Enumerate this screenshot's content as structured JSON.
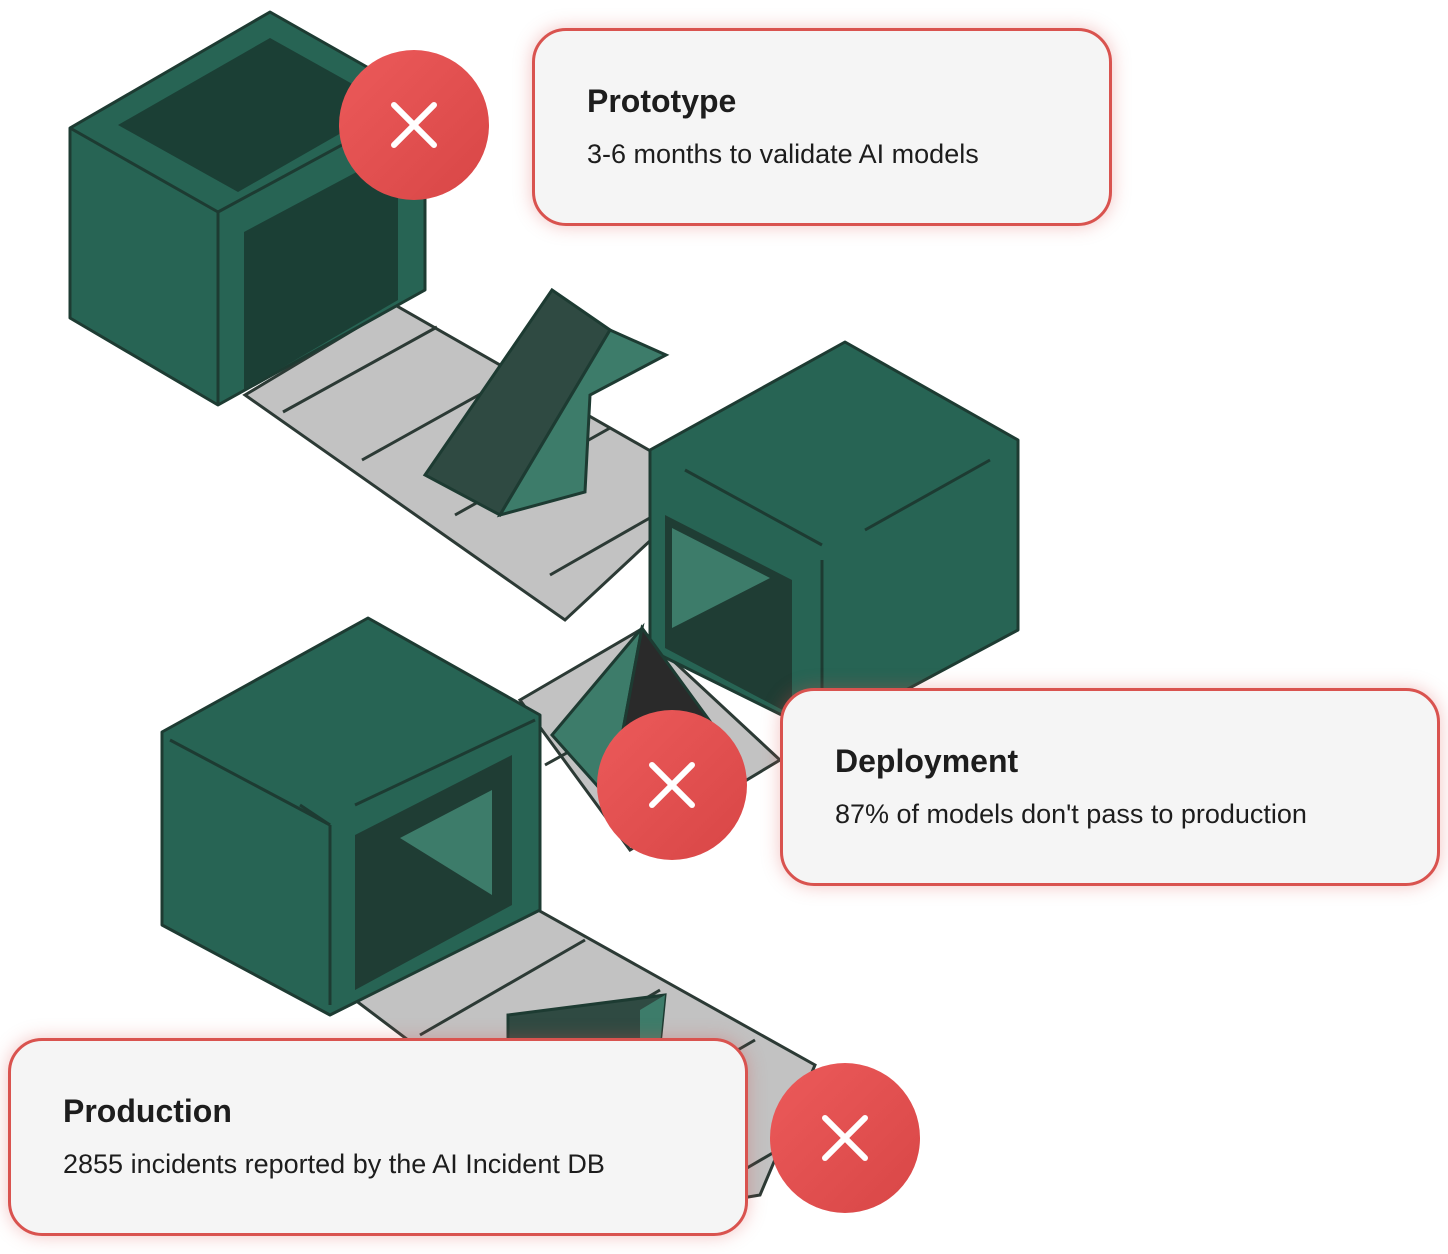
{
  "stages": [
    {
      "title": "Prototype",
      "text": "3-6 months to validate AI models"
    },
    {
      "title": "Deployment",
      "text": "87% of models don't pass to production"
    },
    {
      "title": "Production",
      "text": "2855 incidents reported by the AI Incident DB"
    }
  ],
  "icons": {
    "status": "close-icon"
  },
  "colors": {
    "box": "#276454",
    "box_dark": "#1b3f35",
    "box_light": "#3d7c6a",
    "belt": "#c2c2c2",
    "outline": "#1d3b32",
    "accent": "#e04b4b",
    "card_bg": "#f5f5f5"
  }
}
